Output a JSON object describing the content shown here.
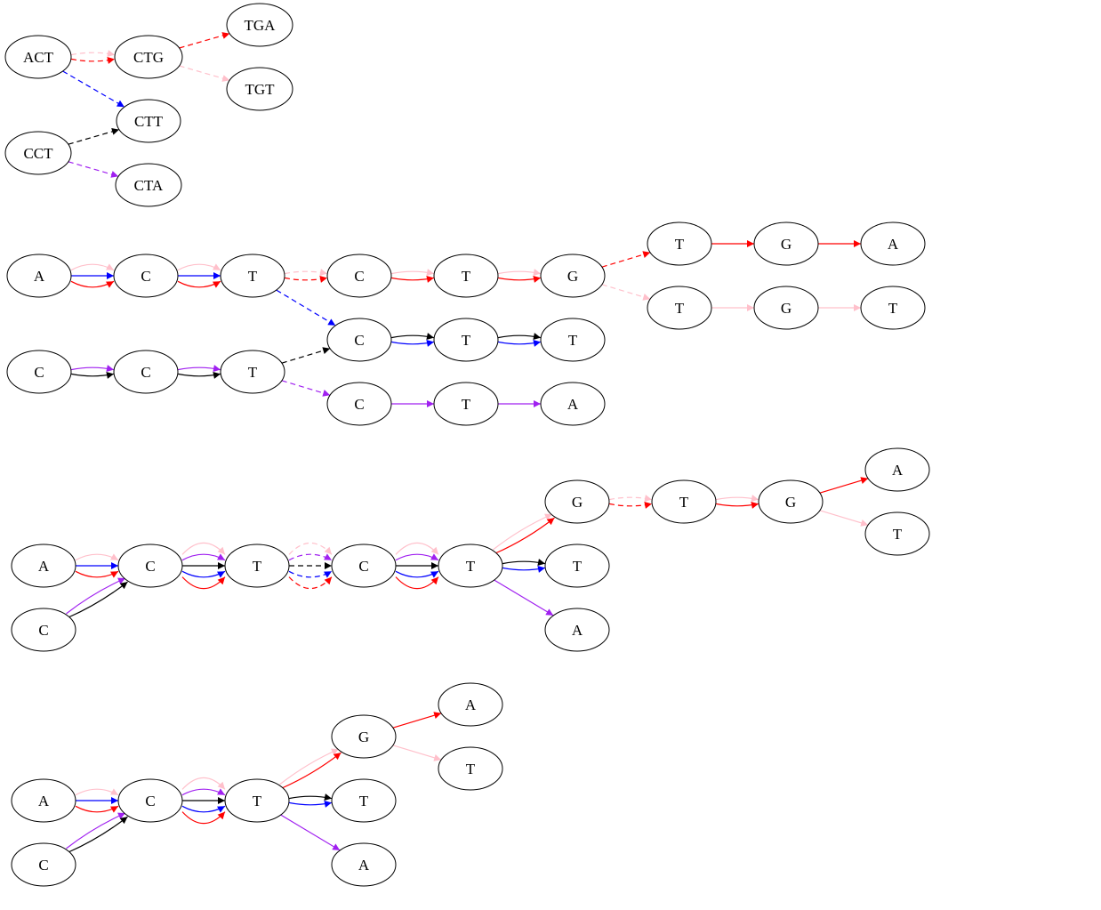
{
  "colors": {
    "red": "#ff0000",
    "pink": "#ffc0cb",
    "blue": "#0000ff",
    "black": "#000000",
    "purple": "#a020f0"
  },
  "graphs": [
    {
      "id": "g1",
      "nodes": [
        {
          "id": "g1_act",
          "label": "ACT"
        },
        {
          "id": "g1_ctg",
          "label": "CTG"
        },
        {
          "id": "g1_tga",
          "label": "TGA"
        },
        {
          "id": "g1_tgt",
          "label": "TGT"
        },
        {
          "id": "g1_ctt",
          "label": "CTT"
        },
        {
          "id": "g1_cct",
          "label": "CCT"
        },
        {
          "id": "g1_cta",
          "label": "CTA"
        }
      ],
      "edges": [
        {
          "from": "g1_act",
          "to": "g1_ctg",
          "color": "pink",
          "dashed": true
        },
        {
          "from": "g1_act",
          "to": "g1_ctg",
          "color": "red",
          "dashed": true
        },
        {
          "from": "g1_ctg",
          "to": "g1_tga",
          "color": "red",
          "dashed": true
        },
        {
          "from": "g1_ctg",
          "to": "g1_tgt",
          "color": "pink",
          "dashed": true
        },
        {
          "from": "g1_act",
          "to": "g1_ctt",
          "color": "blue",
          "dashed": true
        },
        {
          "from": "g1_cct",
          "to": "g1_ctt",
          "color": "black",
          "dashed": true
        },
        {
          "from": "g1_cct",
          "to": "g1_cta",
          "color": "purple",
          "dashed": true
        }
      ]
    },
    {
      "id": "g2",
      "nodes": [
        {
          "id": "g2_a",
          "label": "A"
        },
        {
          "id": "g2_c1",
          "label": "C"
        },
        {
          "id": "g2_t1",
          "label": "T"
        },
        {
          "id": "g2_c2",
          "label": "C"
        },
        {
          "id": "g2_t2",
          "label": "T"
        },
        {
          "id": "g2_g",
          "label": "G"
        },
        {
          "id": "g2_t3",
          "label": "T"
        },
        {
          "id": "g2_g2",
          "label": "G"
        },
        {
          "id": "g2_a2",
          "label": "A"
        },
        {
          "id": "g2_t4",
          "label": "T"
        },
        {
          "id": "g2_g3",
          "label": "G"
        },
        {
          "id": "g2_t5",
          "label": "T"
        },
        {
          "id": "g2_c3",
          "label": "C"
        },
        {
          "id": "g2_t6",
          "label": "T"
        },
        {
          "id": "g2_t7",
          "label": "T"
        },
        {
          "id": "g2_c4",
          "label": "C"
        },
        {
          "id": "g2_c5",
          "label": "C"
        },
        {
          "id": "g2_t8",
          "label": "T"
        },
        {
          "id": "g2_c6",
          "label": "C"
        },
        {
          "id": "g2_t9",
          "label": "T"
        },
        {
          "id": "g2_a3",
          "label": "A"
        }
      ],
      "edges": [
        {
          "from": "g2_a",
          "to": "g2_c1",
          "color": "pink"
        },
        {
          "from": "g2_a",
          "to": "g2_c1",
          "color": "blue"
        },
        {
          "from": "g2_a",
          "to": "g2_c1",
          "color": "red"
        },
        {
          "from": "g2_c1",
          "to": "g2_t1",
          "color": "pink"
        },
        {
          "from": "g2_c1",
          "to": "g2_t1",
          "color": "blue"
        },
        {
          "from": "g2_c1",
          "to": "g2_t1",
          "color": "red"
        },
        {
          "from": "g2_t1",
          "to": "g2_c2",
          "color": "pink",
          "dashed": true
        },
        {
          "from": "g2_t1",
          "to": "g2_c2",
          "color": "red",
          "dashed": true
        },
        {
          "from": "g2_c2",
          "to": "g2_t2",
          "color": "pink"
        },
        {
          "from": "g2_c2",
          "to": "g2_t2",
          "color": "red"
        },
        {
          "from": "g2_t2",
          "to": "g2_g",
          "color": "pink"
        },
        {
          "from": "g2_t2",
          "to": "g2_g",
          "color": "red"
        },
        {
          "from": "g2_g",
          "to": "g2_t3",
          "color": "red",
          "dashed": true
        },
        {
          "from": "g2_g",
          "to": "g2_t4",
          "color": "pink",
          "dashed": true
        },
        {
          "from": "g2_t3",
          "to": "g2_g2",
          "color": "red"
        },
        {
          "from": "g2_g2",
          "to": "g2_a2",
          "color": "red"
        },
        {
          "from": "g2_t4",
          "to": "g2_g3",
          "color": "pink"
        },
        {
          "from": "g2_g3",
          "to": "g2_t5",
          "color": "pink"
        },
        {
          "from": "g2_t1",
          "to": "g2_c3",
          "color": "blue",
          "dashed": true
        },
        {
          "from": "g2_c3",
          "to": "g2_t6",
          "color": "black"
        },
        {
          "from": "g2_c3",
          "to": "g2_t6",
          "color": "blue"
        },
        {
          "from": "g2_t6",
          "to": "g2_t7",
          "color": "black"
        },
        {
          "from": "g2_t6",
          "to": "g2_t7",
          "color": "blue"
        },
        {
          "from": "g2_c4",
          "to": "g2_c5",
          "color": "purple"
        },
        {
          "from": "g2_c4",
          "to": "g2_c5",
          "color": "black"
        },
        {
          "from": "g2_c5",
          "to": "g2_t8",
          "color": "purple"
        },
        {
          "from": "g2_c5",
          "to": "g2_t8",
          "color": "black"
        },
        {
          "from": "g2_t8",
          "to": "g2_c3",
          "color": "black",
          "dashed": true
        },
        {
          "from": "g2_t8",
          "to": "g2_c6",
          "color": "purple",
          "dashed": true
        },
        {
          "from": "g2_c6",
          "to": "g2_t9",
          "color": "purple"
        },
        {
          "from": "g2_t9",
          "to": "g2_a3",
          "color": "purple"
        }
      ]
    },
    {
      "id": "g3",
      "nodes": [
        {
          "id": "g3_a",
          "label": "A"
        },
        {
          "id": "g3_cin",
          "label": "C"
        },
        {
          "id": "g3_c1",
          "label": "C"
        },
        {
          "id": "g3_t1",
          "label": "T"
        },
        {
          "id": "g3_c2",
          "label": "C"
        },
        {
          "id": "g3_t2",
          "label": "T"
        },
        {
          "id": "g3_g",
          "label": "G"
        },
        {
          "id": "g3_tm",
          "label": "T"
        },
        {
          "id": "g3_ab",
          "label": "A"
        },
        {
          "id": "g3_t3",
          "label": "T"
        },
        {
          "id": "g3_g2",
          "label": "G"
        },
        {
          "id": "g3_a2",
          "label": "A"
        },
        {
          "id": "g3_t4",
          "label": "T"
        }
      ],
      "edges": [
        {
          "from": "g3_a",
          "to": "g3_c1",
          "color": "pink"
        },
        {
          "from": "g3_a",
          "to": "g3_c1",
          "color": "blue"
        },
        {
          "from": "g3_a",
          "to": "g3_c1",
          "color": "red"
        },
        {
          "from": "g3_cin",
          "to": "g3_c1",
          "color": "purple"
        },
        {
          "from": "g3_cin",
          "to": "g3_c1",
          "color": "black"
        },
        {
          "from": "g3_c1",
          "to": "g3_t1",
          "color": "pink",
          "bend": -2
        },
        {
          "from": "g3_c1",
          "to": "g3_t1",
          "color": "purple",
          "bend": -1
        },
        {
          "from": "g3_c1",
          "to": "g3_t1",
          "color": "black",
          "bend": 0
        },
        {
          "from": "g3_c1",
          "to": "g3_t1",
          "color": "blue",
          "bend": 1
        },
        {
          "from": "g3_c1",
          "to": "g3_t1",
          "color": "red",
          "bend": 2
        },
        {
          "from": "g3_t1",
          "to": "g3_c2",
          "color": "pink",
          "dashed": true,
          "bend": -2
        },
        {
          "from": "g3_t1",
          "to": "g3_c2",
          "color": "purple",
          "dashed": true,
          "bend": -1
        },
        {
          "from": "g3_t1",
          "to": "g3_c2",
          "color": "black",
          "dashed": true,
          "bend": 0
        },
        {
          "from": "g3_t1",
          "to": "g3_c2",
          "color": "blue",
          "dashed": true,
          "bend": 1
        },
        {
          "from": "g3_t1",
          "to": "g3_c2",
          "color": "red",
          "dashed": true,
          "bend": 2
        },
        {
          "from": "g3_c2",
          "to": "g3_t2",
          "color": "pink",
          "bend": -2
        },
        {
          "from": "g3_c2",
          "to": "g3_t2",
          "color": "purple",
          "bend": -1
        },
        {
          "from": "g3_c2",
          "to": "g3_t2",
          "color": "black",
          "bend": 0
        },
        {
          "from": "g3_c2",
          "to": "g3_t2",
          "color": "blue",
          "bend": 1
        },
        {
          "from": "g3_c2",
          "to": "g3_t2",
          "color": "red",
          "bend": 2
        },
        {
          "from": "g3_t2",
          "to": "g3_g",
          "color": "pink"
        },
        {
          "from": "g3_t2",
          "to": "g3_g",
          "color": "red"
        },
        {
          "from": "g3_t2",
          "to": "g3_tm",
          "color": "black"
        },
        {
          "from": "g3_t2",
          "to": "g3_tm",
          "color": "blue"
        },
        {
          "from": "g3_t2",
          "to": "g3_ab",
          "color": "purple"
        },
        {
          "from": "g3_g",
          "to": "g3_t3",
          "color": "pink",
          "dashed": true
        },
        {
          "from": "g3_g",
          "to": "g3_t3",
          "color": "red",
          "dashed": true
        },
        {
          "from": "g3_t3",
          "to": "g3_g2",
          "color": "pink"
        },
        {
          "from": "g3_t3",
          "to": "g3_g2",
          "color": "red"
        },
        {
          "from": "g3_g2",
          "to": "g3_a2",
          "color": "red"
        },
        {
          "from": "g3_g2",
          "to": "g3_t4",
          "color": "pink"
        }
      ]
    },
    {
      "id": "g4",
      "nodes": [
        {
          "id": "g4_a",
          "label": "A"
        },
        {
          "id": "g4_cin",
          "label": "C"
        },
        {
          "id": "g4_c1",
          "label": "C"
        },
        {
          "id": "g4_t1",
          "label": "T"
        },
        {
          "id": "g4_g",
          "label": "G"
        },
        {
          "id": "g4_tm",
          "label": "T"
        },
        {
          "id": "g4_ab",
          "label": "A"
        },
        {
          "id": "g4_a2",
          "label": "A"
        },
        {
          "id": "g4_t2",
          "label": "T"
        }
      ],
      "edges": [
        {
          "from": "g4_a",
          "to": "g4_c1",
          "color": "pink"
        },
        {
          "from": "g4_a",
          "to": "g4_c1",
          "color": "blue"
        },
        {
          "from": "g4_a",
          "to": "g4_c1",
          "color": "red"
        },
        {
          "from": "g4_cin",
          "to": "g4_c1",
          "color": "purple"
        },
        {
          "from": "g4_cin",
          "to": "g4_c1",
          "color": "black"
        },
        {
          "from": "g4_c1",
          "to": "g4_t1",
          "color": "pink",
          "bend": -2
        },
        {
          "from": "g4_c1",
          "to": "g4_t1",
          "color": "purple",
          "bend": -1
        },
        {
          "from": "g4_c1",
          "to": "g4_t1",
          "color": "black",
          "bend": 0
        },
        {
          "from": "g4_c1",
          "to": "g4_t1",
          "color": "blue",
          "bend": 1
        },
        {
          "from": "g4_c1",
          "to": "g4_t1",
          "color": "red",
          "bend": 2
        },
        {
          "from": "g4_t1",
          "to": "g4_g",
          "color": "pink"
        },
        {
          "from": "g4_t1",
          "to": "g4_g",
          "color": "red"
        },
        {
          "from": "g4_t1",
          "to": "g4_tm",
          "color": "black"
        },
        {
          "from": "g4_t1",
          "to": "g4_tm",
          "color": "blue"
        },
        {
          "from": "g4_t1",
          "to": "g4_ab",
          "color": "purple"
        },
        {
          "from": "g4_g",
          "to": "g4_a2",
          "color": "red"
        },
        {
          "from": "g4_g",
          "to": "g4_t2",
          "color": "pink"
        }
      ]
    }
  ]
}
